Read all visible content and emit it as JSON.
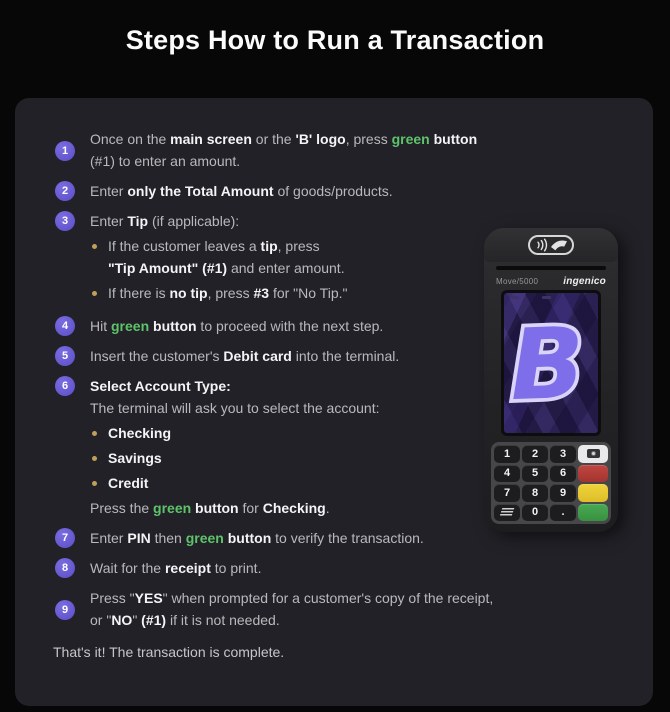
{
  "title": "Steps How to Run a Transaction",
  "footer": "That's it! The transaction is complete.",
  "colors": {
    "page_background": "#070708",
    "panel_background": "#212127",
    "text_normal": "#b9b9bd",
    "text_bold": "#f4f4f6",
    "text_green": "#5ec36a",
    "step_badge_purple": "#6458cd",
    "bullet_gold": "#c0a058",
    "terminal_red_key": "#b13933",
    "terminal_yellow_key": "#e6c637",
    "terminal_green_key": "#3f9b4b",
    "screen_logo_purple": "#7e6ee9"
  },
  "steps": [
    {
      "num": "1",
      "lines": [
        [
          [
            "Once on the ",
            "n"
          ],
          [
            "main screen",
            "b"
          ],
          [
            " or the ",
            "n"
          ],
          [
            "'B' logo",
            "b"
          ],
          [
            ", press ",
            "n"
          ],
          [
            "green",
            "g"
          ],
          [
            " ",
            "n"
          ],
          [
            "button",
            "b"
          ]
        ],
        [
          [
            "(#1) to enter an amount.",
            "n"
          ]
        ]
      ]
    },
    {
      "num": "2",
      "lines": [
        [
          [
            "Enter ",
            "n"
          ],
          [
            "only the Total Amount",
            "b"
          ],
          [
            " of goods/products.",
            "n"
          ]
        ]
      ]
    },
    {
      "num": "3",
      "lines": [
        [
          [
            "Enter ",
            "n"
          ],
          [
            "Tip",
            "b"
          ],
          [
            " (if applicable):",
            "n"
          ]
        ]
      ],
      "bullets": [
        {
          "lines": [
            [
              [
                "If the customer leaves a ",
                "n"
              ],
              [
                "tip",
                "b"
              ],
              [
                ", press",
                "n"
              ]
            ],
            [
              [
                "\"Tip Amount\" (#1)",
                "b"
              ],
              [
                " and enter amount.",
                "n"
              ]
            ]
          ]
        },
        {
          "lines": [
            [
              [
                "If there is ",
                "n"
              ],
              [
                "no tip",
                "b"
              ],
              [
                ", press ",
                "n"
              ],
              [
                "#3",
                "b"
              ],
              [
                " for \"No Tip.\"",
                "n"
              ]
            ]
          ]
        }
      ]
    },
    {
      "num": "4",
      "lines": [
        [
          [
            "Hit ",
            "n"
          ],
          [
            "green",
            "g"
          ],
          [
            " ",
            "n"
          ],
          [
            "button",
            "b"
          ],
          [
            " to proceed with the next step.",
            "n"
          ]
        ]
      ]
    },
    {
      "num": "5",
      "lines": [
        [
          [
            "Insert the customer's ",
            "n"
          ],
          [
            "Debit card",
            "b"
          ],
          [
            " into the terminal.",
            "n"
          ]
        ]
      ]
    },
    {
      "num": "6",
      "lines": [
        [
          [
            "Select Account Type:",
            "b"
          ]
        ],
        [
          [
            "The terminal will ask you to select the account:",
            "n"
          ]
        ]
      ],
      "bullets": [
        {
          "lines": [
            [
              [
                "Checking",
                "b"
              ]
            ]
          ]
        },
        {
          "lines": [
            [
              [
                "Savings",
                "b"
              ]
            ]
          ]
        },
        {
          "lines": [
            [
              [
                "Credit",
                "b"
              ]
            ]
          ]
        }
      ],
      "after": [
        [
          [
            "Press the ",
            "n"
          ],
          [
            "green",
            "g"
          ],
          [
            " ",
            "n"
          ],
          [
            "button",
            "b"
          ],
          [
            " for ",
            "n"
          ],
          [
            "Checking",
            "b"
          ],
          [
            ".",
            "n"
          ]
        ]
      ]
    },
    {
      "num": "7",
      "lines": [
        [
          [
            "Enter ",
            "n"
          ],
          [
            "PIN",
            "b"
          ],
          [
            " then ",
            "n"
          ],
          [
            "green",
            "g"
          ],
          [
            " ",
            "n"
          ],
          [
            "button",
            "b"
          ],
          [
            " to verify the transaction.",
            "n"
          ]
        ]
      ]
    },
    {
      "num": "8",
      "lines": [
        [
          [
            "Wait for the ",
            "n"
          ],
          [
            "receipt",
            "b"
          ],
          [
            " to print.",
            "n"
          ]
        ]
      ]
    },
    {
      "num": "9",
      "lines": [
        [
          [
            "Press \"",
            "n"
          ],
          [
            "YES",
            "b"
          ],
          [
            "\" when prompted for a customer's copy of the receipt,",
            "n"
          ]
        ],
        [
          [
            "or \"",
            "n"
          ],
          [
            "NO",
            "b"
          ],
          [
            "\" ",
            "n"
          ],
          [
            "(#1)",
            "b"
          ],
          [
            " if it is not needed.",
            "n"
          ]
        ]
      ]
    }
  ],
  "terminal": {
    "model": "Move/5000",
    "brand": "ingenico",
    "screen_logo": "B",
    "icons": [
      "contactless-icon",
      "paper-feed-icon",
      "camera-icon"
    ],
    "keypad": [
      {
        "label": "1",
        "type": "num"
      },
      {
        "label": "2",
        "type": "num"
      },
      {
        "label": "3",
        "type": "num"
      },
      {
        "label": "",
        "type": "white",
        "icon": "camera-icon"
      },
      {
        "label": "4",
        "type": "num"
      },
      {
        "label": "5",
        "type": "num"
      },
      {
        "label": "6",
        "type": "num"
      },
      {
        "label": "",
        "type": "red"
      },
      {
        "label": "7",
        "type": "num"
      },
      {
        "label": "8",
        "type": "num"
      },
      {
        "label": "9",
        "type": "num"
      },
      {
        "label": "",
        "type": "yellow"
      },
      {
        "label": "",
        "type": "feed",
        "icon": "paper-feed-icon"
      },
      {
        "label": "0",
        "type": "num"
      },
      {
        "label": ".",
        "type": "num"
      },
      {
        "label": "",
        "type": "green"
      }
    ]
  }
}
